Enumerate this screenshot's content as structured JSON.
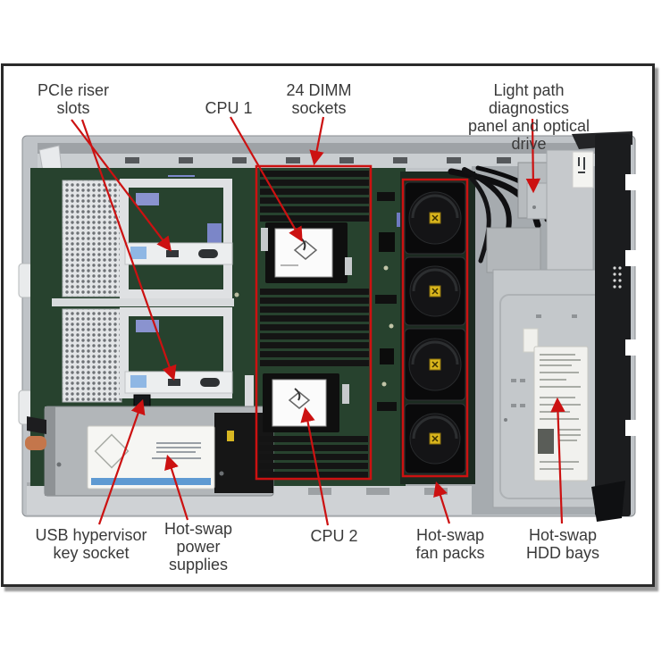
{
  "colors": {
    "annotation_red": "#cc1111",
    "frame_border": "#2a2a2a",
    "background": "#ffffff"
  },
  "callouts": {
    "pcie_riser": "PCIe riser\nslots",
    "cpu1": "CPU 1",
    "dimm": "24 DIMM\nsockets",
    "light_path": "Light path diagnostics\npanel and optical drive",
    "usb": "USB hypervisor\nkey socket",
    "psu": "Hot-swap\npower\nsupplies",
    "cpu2": "CPU 2",
    "fans": "Hot-swap\nfan packs",
    "hdd": "Hot-swap\nHDD bays"
  },
  "highlight_regions": [
    {
      "name": "dimm-sockets-region"
    },
    {
      "name": "fan-packs-region"
    }
  ]
}
